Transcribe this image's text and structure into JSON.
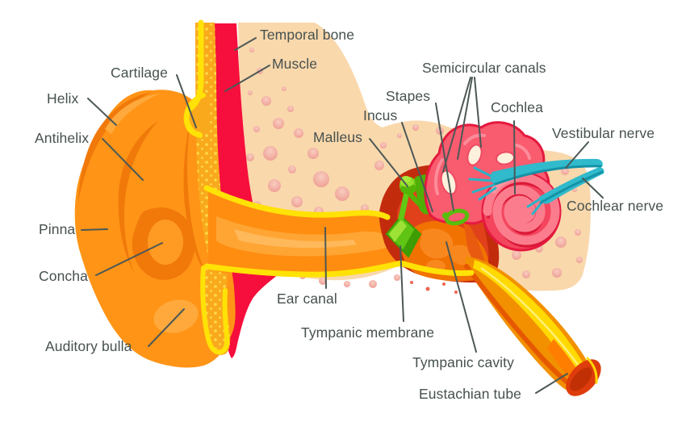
{
  "diagram": {
    "type": "anatomical-diagram",
    "subject": "Human ear anatomy (outer, middle and inner ear cross-section)",
    "background": "#FFFFFF",
    "text_color": "#46514F",
    "leader_line_color": "#4C5856",
    "palette": {
      "bone": "#F9D8AC",
      "bone_bubble": "#F0A296",
      "outer_ear_orange": "#FF9416",
      "ear_fold_orange": "#F0790A",
      "cartilage_yellow": "#FFE206",
      "cartilage_band": "#F9A91C",
      "muscle_red": "#F60E3C",
      "canal_orange": "#FF8D10",
      "cavity_dark_red": "#C32B0D",
      "cavity_orange": "#F17201",
      "ossicle_green": "#7BD01A",
      "membrane_green": "#5FC414",
      "inner_ear_pink": "#F95B6F",
      "inner_ear_outline": "#E5193F",
      "cochlea_red": "#F4455E",
      "nerve_teal": "#30BACC",
      "tube_orange": "#F29000",
      "tube_yellow": "#FFD900",
      "tube_opening_red": "#DE3C0C"
    },
    "labels": {
      "temporal_bone": "Temporal bone",
      "muscle": "Muscle",
      "cartilage": "Cartilage",
      "helix": "Helix",
      "antihelix": "Antihelix",
      "pinna": "Pinna",
      "concha": "Concha",
      "auditory_bulla": "Auditory bulla",
      "ear_canal": "Ear canal",
      "tympanic_membrane": "Tympanic membrane",
      "tympanic_cavity": "Tympanic cavity",
      "eustachian_tube": "Eustachian tube",
      "malleus": "Malleus",
      "incus": "Incus",
      "stapes": "Stapes",
      "semicircular_canals": "Semicircular canals",
      "cochlea": "Cochlea",
      "vestibular_nerve": "Vestibular nerve",
      "cochlear_nerve": "Cochlear nerve"
    }
  }
}
